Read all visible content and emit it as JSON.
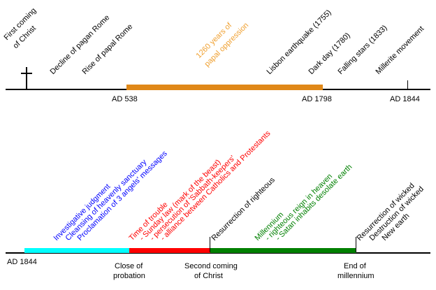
{
  "palette": {
    "black": "#000000",
    "orange_text": "#F0A030",
    "orange_bar": "#E08818",
    "blue": "#0000FF",
    "red": "#FF0000",
    "green": "#008000",
    "cyan": "#00FFFF",
    "background": "#FFFFFF"
  },
  "top_timeline": {
    "events": [
      {
        "text": "First coming"
      },
      {
        "text": "of Christ"
      },
      {
        "text": "Decline of pagan Rome"
      },
      {
        "text": "Rise of papal Rome"
      },
      {
        "text": "1260 years of"
      },
      {
        "text": "papal oppression"
      },
      {
        "text": "Lisbon earthquake (1755)"
      },
      {
        "text": "Dark day (1780)"
      },
      {
        "text": "Falling stars (1833)"
      },
      {
        "text": "Millerite movement"
      }
    ],
    "dates": [
      {
        "text": "AD 538"
      },
      {
        "text": "AD 1798"
      },
      {
        "text": "AD 1844"
      }
    ],
    "bar": {
      "start": "AD 538",
      "end": "AD 1798",
      "label": "1260 years of papal oppression"
    }
  },
  "bottom_timeline": {
    "events": [
      {
        "text": "Investigative judgment"
      },
      {
        "text": "Cleansing of heavenly sanctuary"
      },
      {
        "text": "Proclamation of 3 angels' messages"
      },
      {
        "text": "Time of trouble"
      },
      {
        "text": "- Sunday law (mark of the beast)"
      },
      {
        "text": "- persecution of 'Sabbath-keepers'"
      },
      {
        "text": "- alliance between Catholics and Protestants"
      },
      {
        "text": "Resurrection of righteous"
      },
      {
        "text": "Millennium"
      },
      {
        "text": "- righteous reign in heaven"
      },
      {
        "text": "- Satan inhabits desolate earth"
      },
      {
        "text": "Resurrection of wicked"
      },
      {
        "text": "Destruction of wicked"
      },
      {
        "text": "New earth"
      }
    ],
    "dates": [
      {
        "text": "AD 1844"
      },
      {
        "line1": "Close of",
        "line2": "probation"
      },
      {
        "line1": "Second coming",
        "line2": "of Christ"
      },
      {
        "line1": "End of",
        "line2": "millennium"
      }
    ],
    "segments": [
      {
        "name": "investigative-judgment-period",
        "from": "AD 1844",
        "to": "Close of probation"
      },
      {
        "name": "time-of-trouble-period",
        "from": "Close of probation",
        "to": "Second coming of Christ"
      },
      {
        "name": "millennium-period",
        "from": "Second coming of Christ",
        "to": "End of millennium"
      }
    ]
  }
}
